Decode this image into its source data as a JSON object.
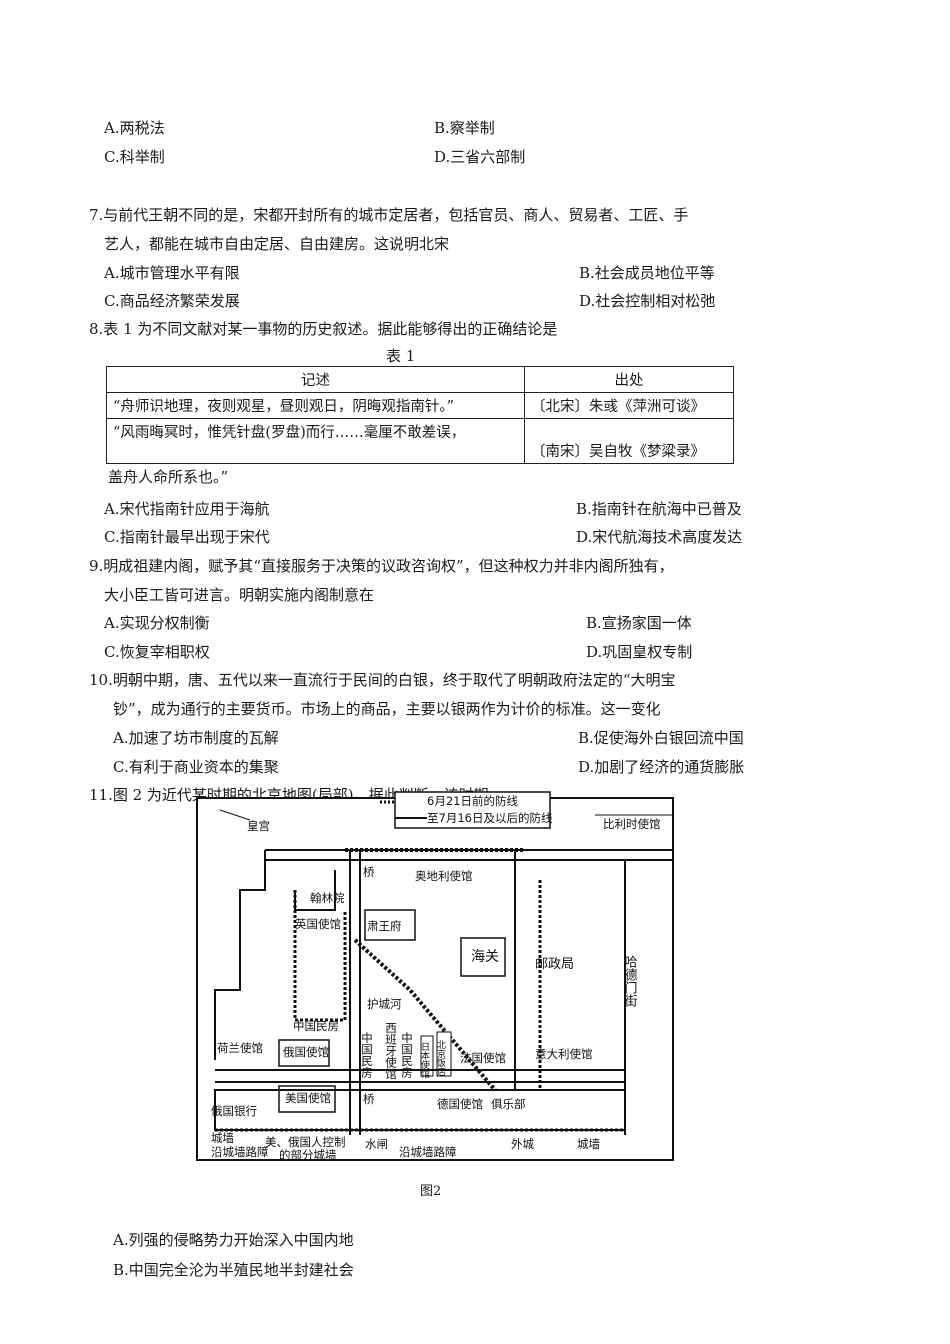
{
  "q6": {
    "a": "A.两税法",
    "b": "B.察举制",
    "c": "C.科举制",
    "d": "D.三省六部制"
  },
  "q7": {
    "stem1": "7.与前代王朝不同的是，宋都开封所有的城市定居者，包括官员、商人、贸易者、工匠、手",
    "stem2": "艺人，都能在城市自由定居、自由建房。这说明北宋",
    "a": "A.城市管理水平有限",
    "b": "B.社会成员地位平等",
    "c": "C.商品经济繁荣发展",
    "d": "D.社会控制相对松弛"
  },
  "q8": {
    "stem": "8.表 1 为不同文献对某一事物的历史叙述。据此能够得出的正确结论是",
    "table_caption": "表  1",
    "col1": "记述",
    "col2": "出处",
    "row1_text": "“舟师识地理，夜则观星，昼则观日，阴晦观指南针。”",
    "row1_src": "〔北宋〕朱彧《萍洲可谈》",
    "row2_text1": "“风雨晦冥时，惟凭针盘(罗盘)而行……毫厘不敢差误，",
    "row2_text2": "盖舟人命所系也。”",
    "row2_src": "〔南宋〕吴自牧《梦粱录》",
    "a": "A.宋代指南针应用于海航",
    "b": "B.指南针在航海中已普及",
    "c": "C.指南针最早出现于宋代",
    "d": "D.宋代航海技术高度发达"
  },
  "q9": {
    "stem1": "9.明成祖建内阁，赋予其“直接服务于决策的议政咨询权”，但这种权力并非内阁所独有，",
    "stem2": "大小臣工皆可进言。明朝实施内阁制意在",
    "a": "A.实现分权制衡",
    "b": "B.宣扬家国一体",
    "c": "C.恢复宰相职权",
    "d": "D.巩固皇权专制"
  },
  "q10": {
    "stem1": "10.明朝中期，唐、五代以来一直流行于民间的白银，终于取代了明朝政府法定的“大明宝",
    "stem2": "钞”，成为通行的主要货币。市场上的商品，主要以银两作为计价的标准。这一变化",
    "a": "A.加速了坊市制度的瓦解",
    "b": "B.促使海外白银回流中国",
    "c": "C.有利于商业资本的集聚",
    "d": "D.加剧了经济的通货膨胀"
  },
  "q11": {
    "stem": "11.图 2 为近代某时期的北京地图(局部)。据此判断，该时期",
    "figure_caption": "图2",
    "a": "A.列强的侵略势力开始深入中国内地",
    "b": "B.中国完全沦为半殖民地半封建社会"
  },
  "map": {
    "legend1": "6月21日前的防线",
    "legend2": "至7月16日及以后的防线",
    "huanggong": "皇宫",
    "belgium": "比利时使馆",
    "bridge": "桥",
    "austria": "奥地利使馆",
    "hanlin": "翰林院",
    "britain": "英国使馆",
    "suwangfu": "肃王府",
    "customs": "海关",
    "post": "邮政局",
    "hade": "哈德门街",
    "moat": "护城河",
    "minfang": "中国民房",
    "minfang_v": "中国民房",
    "spain": "西班牙使馆",
    "japan": "日本使馆",
    "hotel": "北京饭店",
    "france": "法国使馆",
    "italy": "意大利使馆",
    "netherlands": "荷兰使馆",
    "russia": "俄国使馆",
    "usa": "美国使馆",
    "rbank": "俄国银行",
    "germany": "德国使馆",
    "club": "俱乐部",
    "chengqiang": "城墙",
    "barrier1": "沿城墙路障",
    "us_ru": "美、俄国人控制",
    "us_ru2": "的部分城墙",
    "sluice": "水闸",
    "barrier2": "沿城墙路障",
    "outer": "外城",
    "wall2": "城墙"
  }
}
